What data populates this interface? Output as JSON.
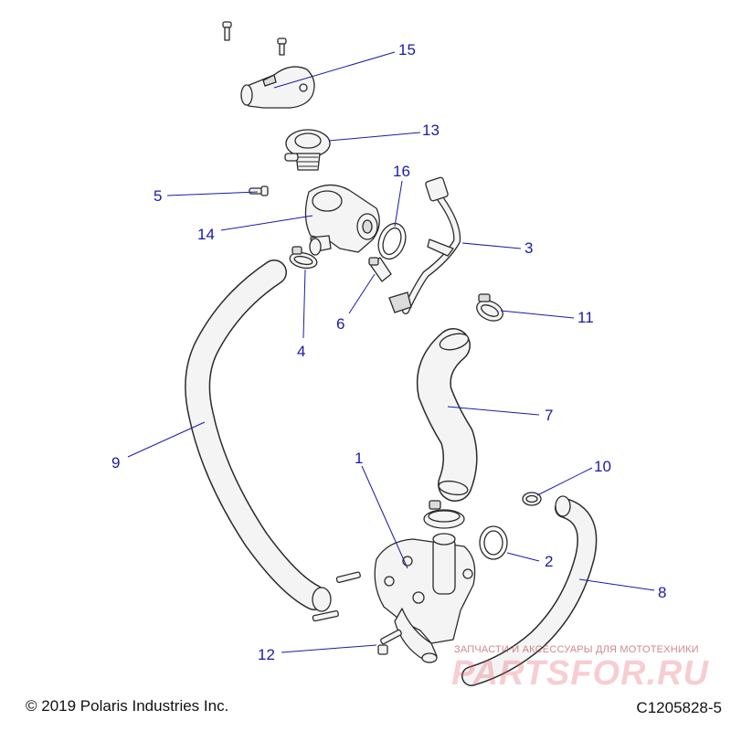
{
  "callouts": [
    {
      "id": "15",
      "label": "15"
    },
    {
      "id": "13",
      "label": "13"
    },
    {
      "id": "16",
      "label": "16"
    },
    {
      "id": "5",
      "label": "5"
    },
    {
      "id": "14",
      "label": "14"
    },
    {
      "id": "3",
      "label": "3"
    },
    {
      "id": "4",
      "label": "4"
    },
    {
      "id": "6",
      "label": "6"
    },
    {
      "id": "11",
      "label": "11"
    },
    {
      "id": "7",
      "label": "7"
    },
    {
      "id": "9",
      "label": "9"
    },
    {
      "id": "1",
      "label": "1"
    },
    {
      "id": "10",
      "label": "10"
    },
    {
      "id": "2",
      "label": "2"
    },
    {
      "id": "8",
      "label": "8"
    },
    {
      "id": "12",
      "label": "12"
    }
  ],
  "footer": {
    "copyright": "© 2019 Polaris Industries Inc.",
    "drawing_code": "C1205828-5"
  },
  "watermark": {
    "tagline": "ЗАПЧАСТИ И АКСЕССУАРЫ ДЛЯ МОТОТЕХНИКИ",
    "brand": "PARTSFOR.RU"
  },
  "colors": {
    "callout": "#1a1aa8",
    "outline": "#2b2b2b",
    "watermark": "#e85060"
  }
}
